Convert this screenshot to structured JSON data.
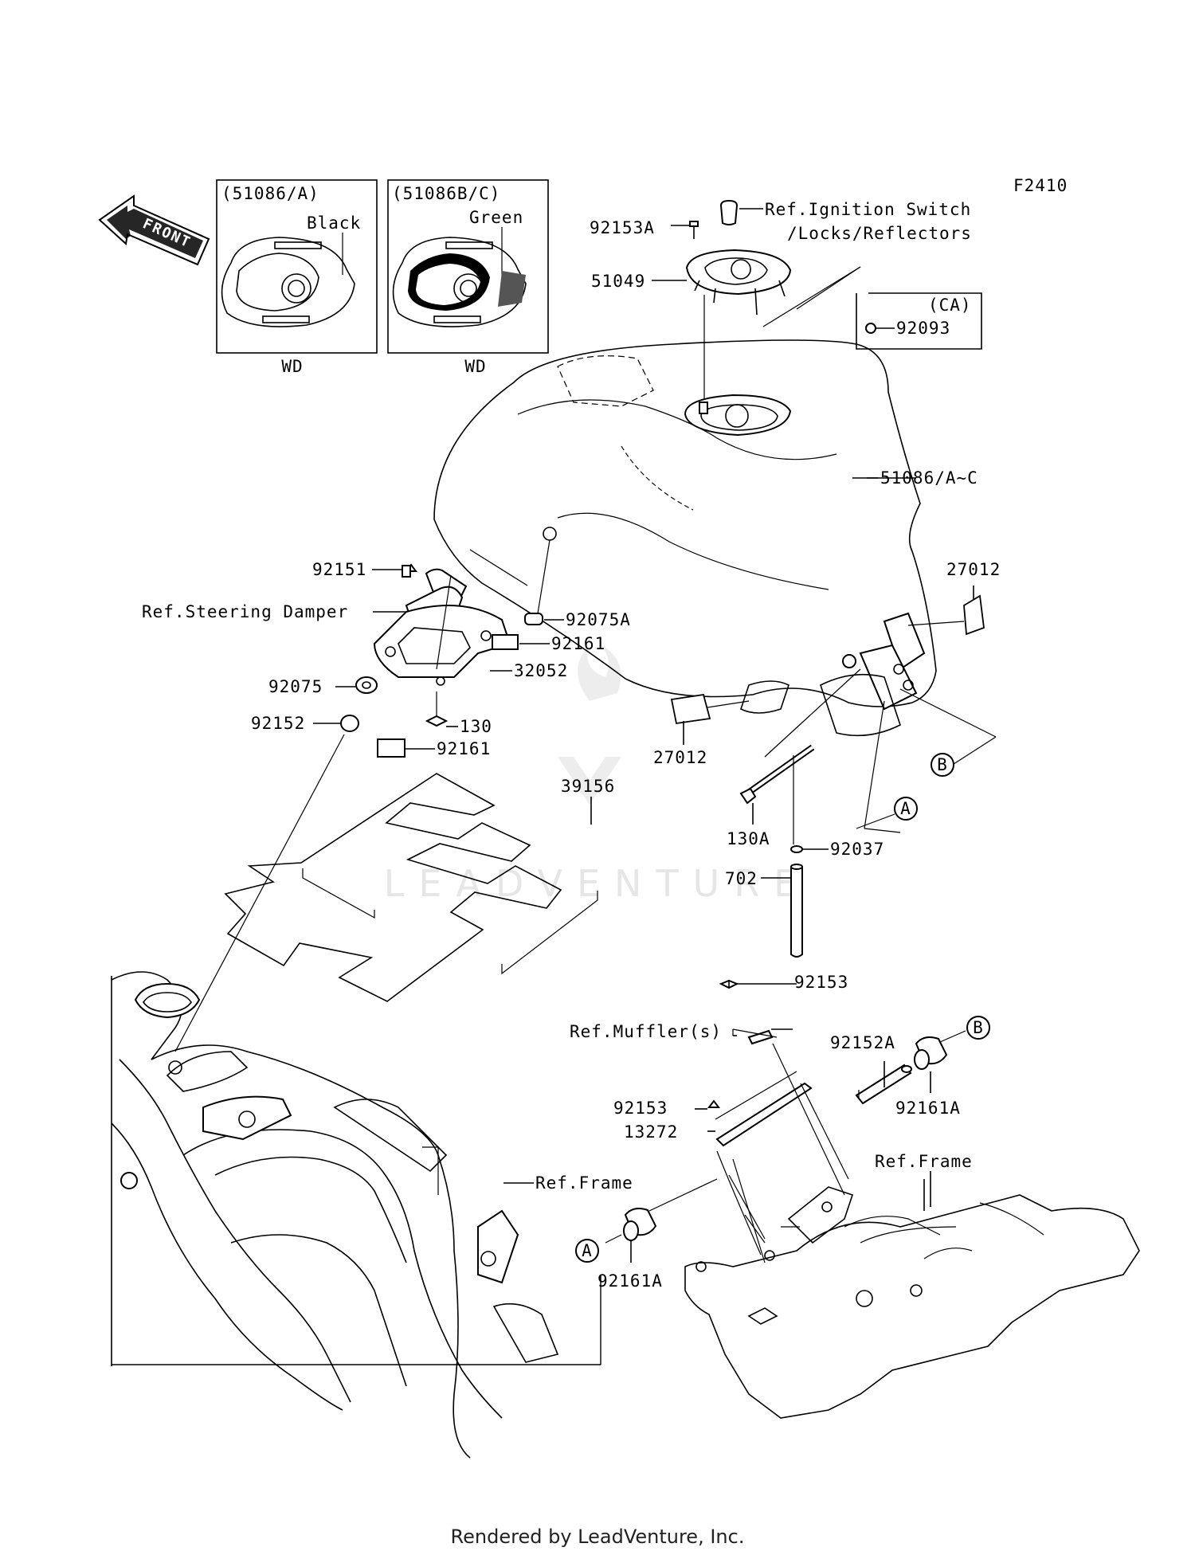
{
  "diagram": {
    "code": "F2410",
    "watermark": "LEADVENTURE",
    "footer": "Rendered by LeadVenture, Inc.",
    "front": "FRONT",
    "insets": [
      {
        "code": "(51086/A)",
        "color": "Black",
        "variant": "WD"
      },
      {
        "code": "(51086B/C)",
        "color": "Green",
        "variant": "WD"
      }
    ],
    "ca_box": {
      "code": "(CA)",
      "part": "92093"
    },
    "callouts": {
      "a": "A",
      "b": "B"
    },
    "refs": {
      "ignition_1": "Ref.Ignition Switch",
      "ignition_2": "/Locks/Reflectors",
      "steering": "Ref.Steering Damper",
      "muffler": "Ref.Muffler(s)",
      "frame_left": "Ref.Frame",
      "frame_right": "Ref.Frame"
    },
    "parts": {
      "p92153A": "92153A",
      "p51049": "51049",
      "p51086": "51086/A~C",
      "p27012_r": "27012",
      "p27012_b": "27012",
      "p92151": "92151",
      "p92075A": "92075A",
      "p92161_1": "92161",
      "p32052": "32052",
      "p92075": "92075",
      "p92152": "92152",
      "p130": "130",
      "p92161_2": "92161",
      "p39156": "39156",
      "p130A": "130A",
      "p92037": "92037",
      "p702": "702",
      "p92153_1": "92153",
      "p92152A": "92152A",
      "p92161A_1": "92161A",
      "p92153_2": "92153",
      "p13272": "13272",
      "p92161A_2": "92161A"
    }
  }
}
